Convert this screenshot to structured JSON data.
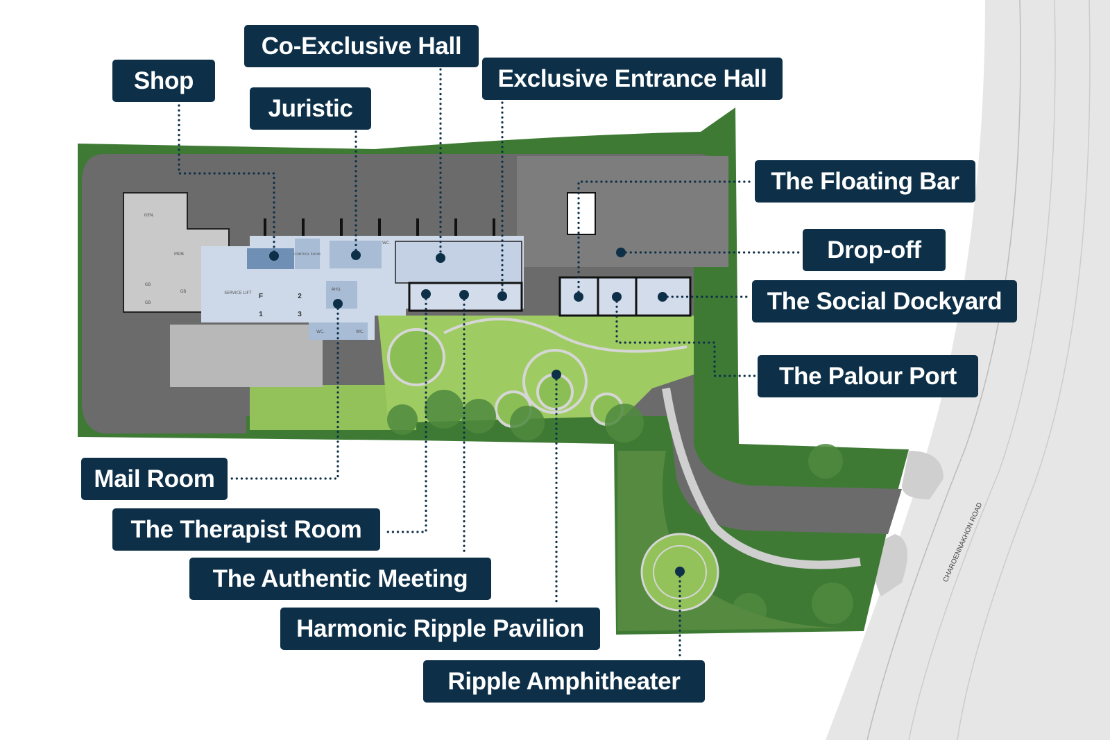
{
  "labels": {
    "shop": "Shop",
    "co_exclusive_hall": "Co-Exclusive Hall",
    "juristic": "Juristic",
    "exclusive_entrance_hall": "Exclusive Entrance Hall",
    "floating_bar": "The Floating Bar",
    "drop_off": "Drop-off",
    "social_dockyard": "The Social Dockyard",
    "palour_port": "The Palour Port",
    "mail_room": "Mail Room",
    "therapist_room": "The Therapist Room",
    "authentic_meeting": "The Authentic Meeting",
    "harmonic_ripple_pavilion": "Harmonic Ripple Pavilion",
    "ripple_amphitheater": "Ripple Amphitheater"
  },
  "rooms": {
    "gen": "GEN.",
    "mdb": "MDB",
    "gb": "GB",
    "service_lift": "SERVICE LIFT",
    "control_room": "CONTROL ROOM",
    "ahu": "AHU.",
    "wc": "WC.",
    "lift_f": "F",
    "lift_1": "1",
    "lift_2": "2",
    "lift_3": "3"
  },
  "road_name": "CHAROENNAKHON ROAD",
  "colors": {
    "label_bg": "#0d3048",
    "label_text": "#ffffff"
  }
}
